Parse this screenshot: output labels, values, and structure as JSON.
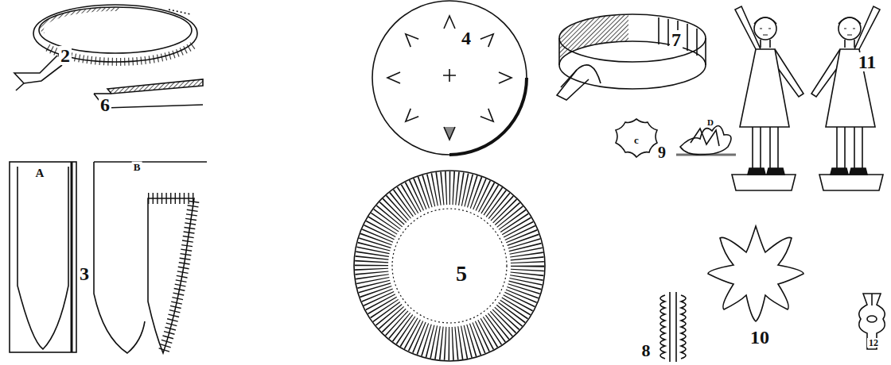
{
  "diagram": {
    "labels": [
      "2",
      "4",
      "7",
      "11",
      "6",
      "9",
      "c",
      "D",
      "A",
      "B",
      "3",
      "5",
      "8",
      "10",
      "12"
    ]
  }
}
